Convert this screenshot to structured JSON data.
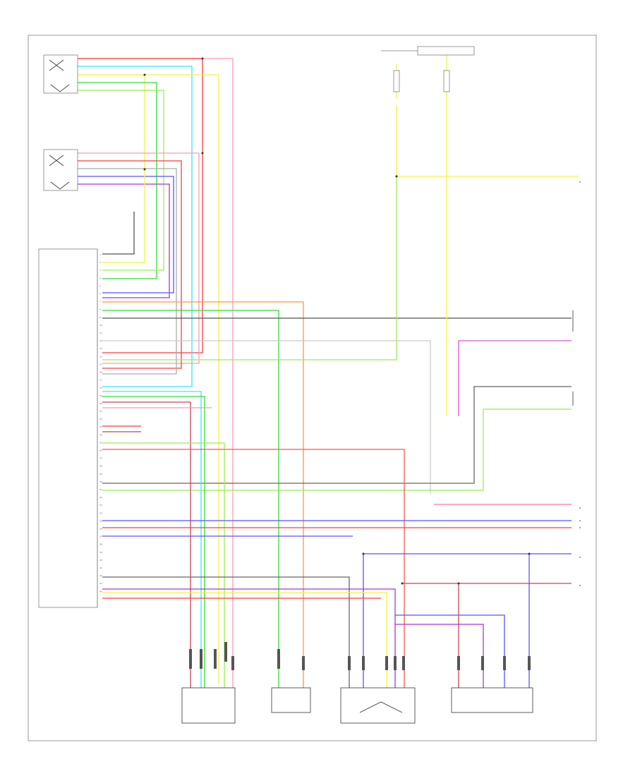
{
  "diagram_code": "",
  "pin_numbers": [
    "1",
    "2",
    "3",
    "4",
    "5",
    "6",
    "7",
    "8",
    "9",
    "10",
    "11",
    "12",
    "13",
    "14",
    "15",
    "16",
    "17",
    "18",
    "19",
    "20",
    "21",
    "22",
    "23",
    "24",
    "25",
    "26",
    "27",
    "28",
    "29",
    "30",
    "31",
    "32",
    "33",
    "34",
    "35",
    "36",
    "37",
    "38",
    "39",
    "40",
    "41",
    "42",
    "43",
    "44"
  ],
  "components": {
    "ecu": {
      "label": ""
    },
    "upper_sensor": {
      "label": ""
    },
    "lower_sensor": {
      "label": ""
    },
    "fuse": {
      "label": ""
    },
    "actuator_1": {
      "label": ""
    },
    "actuator_2": {
      "label": ""
    },
    "actuator_3": {
      "label": ""
    },
    "actuator_4": {
      "label": ""
    },
    "right_module": {
      "label": ""
    }
  },
  "colors": {
    "pink": "#ff9ab0",
    "red": "#ff3b3b",
    "cyan": "#33e6ff",
    "yellow": "#f2f24a",
    "green": "#33dd33",
    "lightgreen": "#99ee55",
    "blue": "#5555ff",
    "violet": "#aa33dd",
    "orange": "#ff9933",
    "gray": "#444444",
    "darkred": "#cc4455"
  }
}
